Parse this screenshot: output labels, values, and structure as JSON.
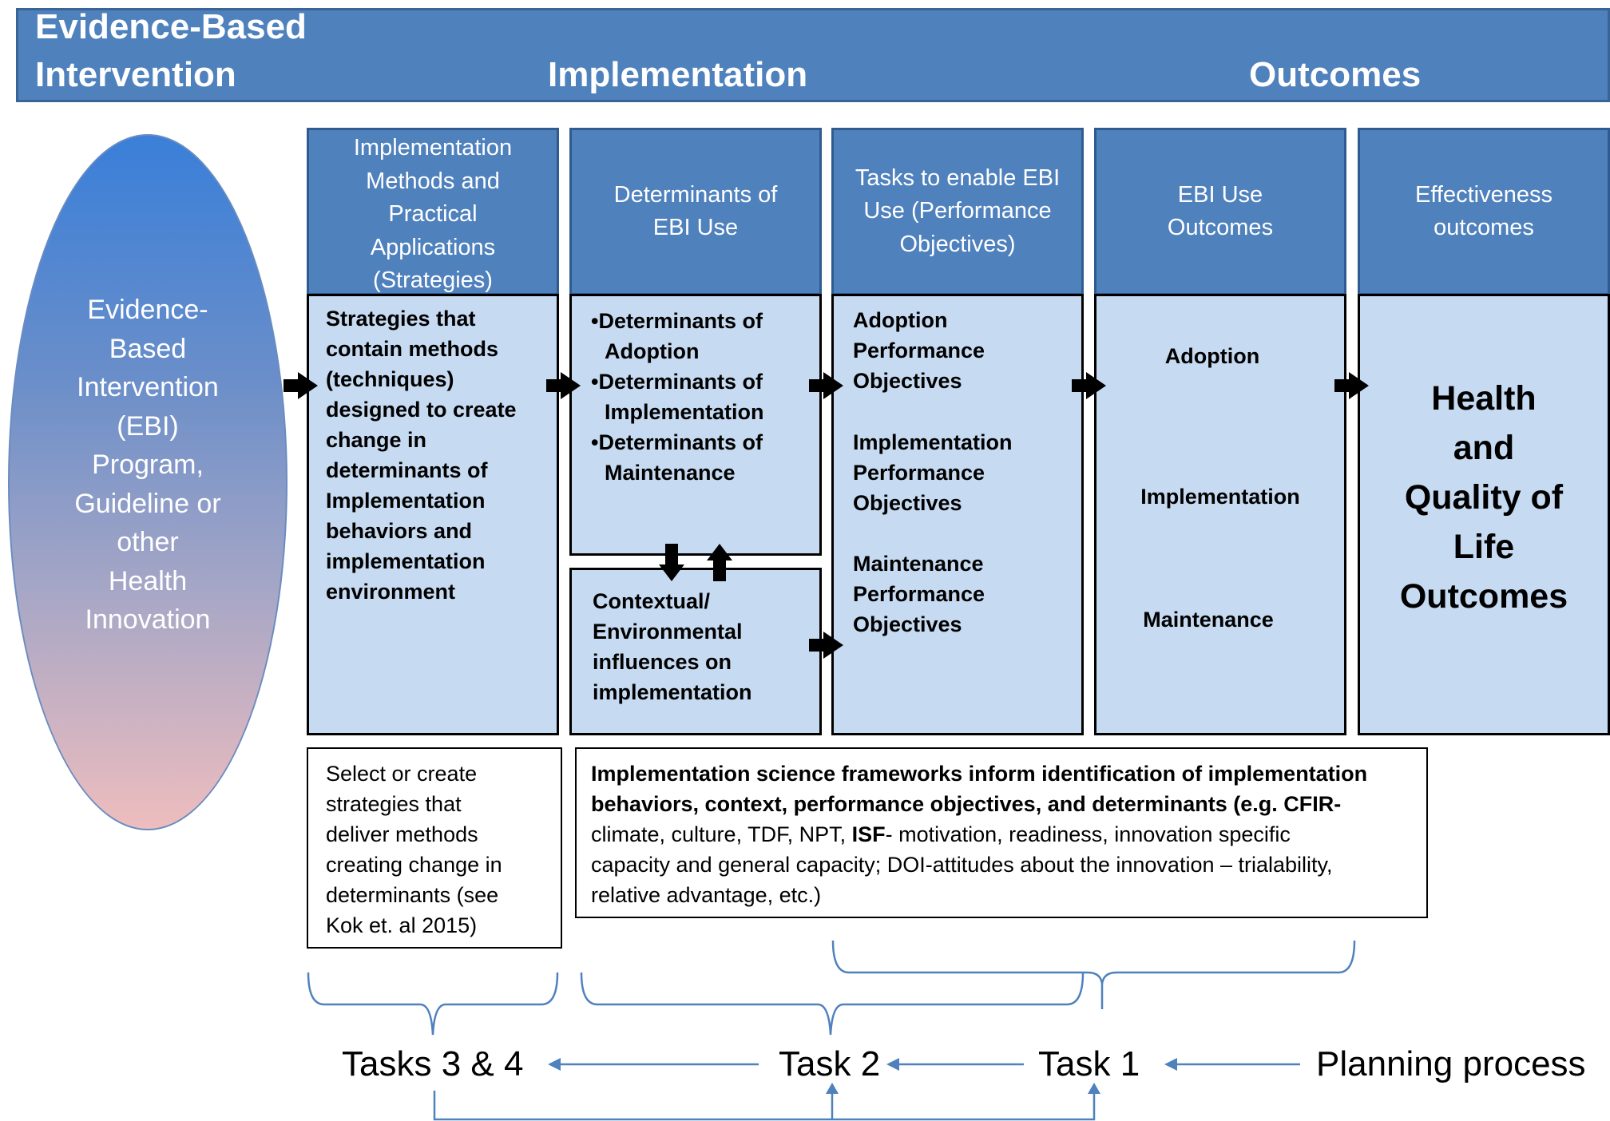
{
  "banner": {
    "ebi_line1": "Evidence-Based",
    "ebi_line2": "Intervention",
    "implementation": "Implementation",
    "outcomes": "Outcomes"
  },
  "ebi_ellipse": {
    "lines": [
      "Evidence-",
      "Based",
      "Intervention",
      "(EBI)",
      "Program,",
      "Guideline or",
      "other",
      "Health",
      "Innovation"
    ]
  },
  "columns": {
    "strategies": {
      "header": [
        "Implementation",
        "Methods and",
        "Practical",
        "Applications",
        "(Strategies)"
      ],
      "body": [
        "Strategies that",
        "contain methods",
        "(techniques)",
        "designed to create",
        "change in",
        "determinants of",
        "Implementation",
        "behaviors and",
        "implementation",
        "environment"
      ]
    },
    "determinants": {
      "header": [
        "Determinants of",
        "EBI Use"
      ],
      "bullets": [
        [
          "Determinants of",
          "Adoption"
        ],
        [
          "Determinants of",
          "Implementation"
        ],
        [
          "Determinants of",
          "Maintenance"
        ]
      ],
      "bullet_char": "•",
      "contextual": [
        "Contextual/",
        "Environmental",
        "influences on",
        "implementation"
      ]
    },
    "tasks": {
      "header": [
        "Tasks to enable EBI",
        "Use (Performance",
        "Objectives)"
      ],
      "groups": [
        [
          "Adoption",
          "Performance",
          "Objectives"
        ],
        [
          "Implementation",
          "Performance",
          "Objectives"
        ],
        [
          "Maintenance",
          "Performance",
          "Objectives"
        ]
      ]
    },
    "ebi_use": {
      "header": [
        "EBI Use",
        "Outcomes"
      ],
      "items": [
        "Adoption",
        "Implementation",
        "Maintenance"
      ]
    },
    "effectiveness": {
      "header": [
        "Effectiveness",
        "outcomes"
      ],
      "body": [
        "Health",
        "and",
        "Quality of",
        "Life",
        "Outcomes"
      ]
    }
  },
  "notes": {
    "select": [
      "Select or create",
      "strategies that",
      "deliver methods",
      "creating change in",
      "determinants (see",
      "Kok et. al 2015)"
    ],
    "frameworks": {
      "bold_lines": [
        "Implementation science frameworks inform identification of implementation",
        "behaviors, context, performance objectives, and determinants (e.g. CFIR-"
      ],
      "line3_pre": "climate, culture, TDF, NPT, ",
      "line3_bold": "ISF",
      "line3_post": "- motivation, readiness, innovation specific",
      "line4": "capacity and general capacity; DOI-attitudes about the innovation – trialability,",
      "line5": "relative advantage, etc.)"
    }
  },
  "process": {
    "tasks_3_4": "Tasks 3 & 4",
    "task_2": "Task 2",
    "task_1": "Task 1",
    "planning": "Planning process"
  },
  "colors": {
    "banner": "#4f81bd",
    "header": "#4f81bd",
    "body": "#c6daf1",
    "connector": "#4f81bd"
  }
}
